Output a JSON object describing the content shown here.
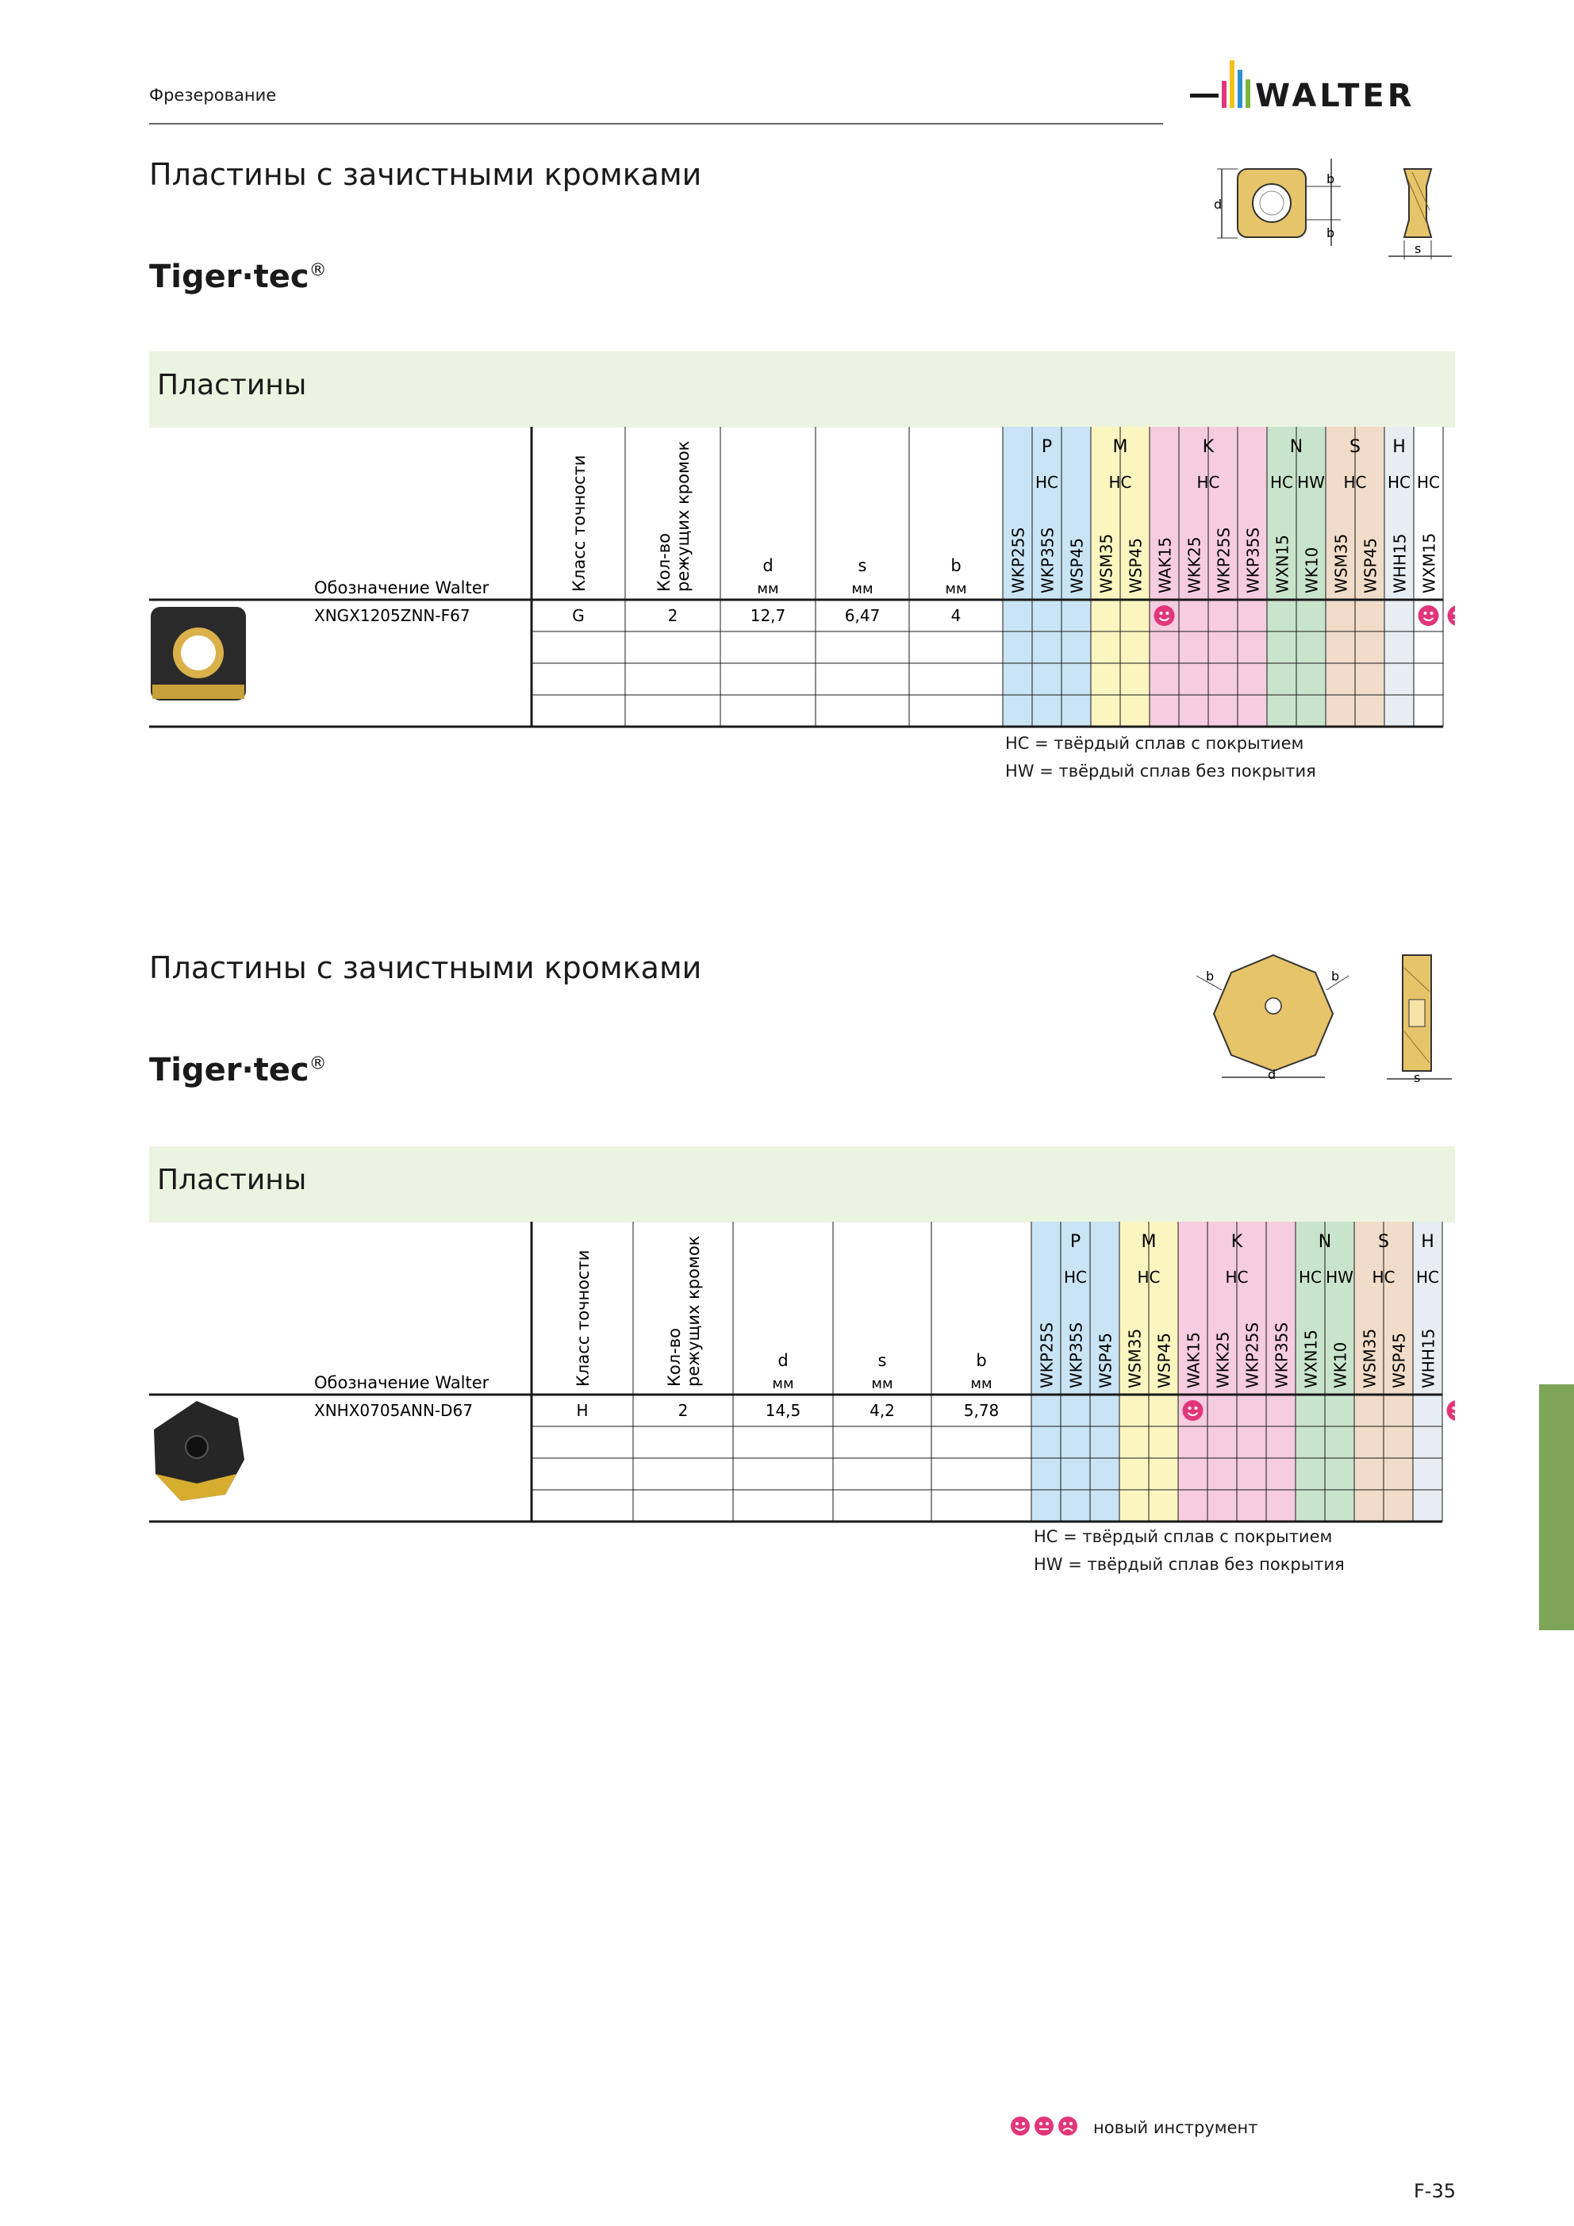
{
  "header": {
    "section": "Фрезерование",
    "brand": "WALTER"
  },
  "sections": [
    {
      "title": "Пластины с зачистными кромками",
      "subtitle": "Tiger·tec",
      "subtitle_mark": "®",
      "band_label": "Пластины",
      "diagram_labels": {
        "d": "d",
        "b1": "b",
        "b2": "b",
        "s": "s"
      },
      "headers": {
        "designation": "Обозначение Walter",
        "tolerance_class": "Класс точности",
        "edges_line1": "Кол-во",
        "edges_line2": "режущих кромок",
        "d": "d",
        "d_unit": "мм",
        "s": "s",
        "s_unit": "мм",
        "b": "b",
        "b_unit": "мм"
      },
      "groups": [
        {
          "letter": "P",
          "type": "HC",
          "color": "#c9e4f4",
          "grades": [
            "WKP25S",
            "WKP35S",
            "WSP45"
          ]
        },
        {
          "letter": "M",
          "type": "HC",
          "color": "#fbf6c0",
          "grades": [
            "WSM35",
            "WSP45"
          ]
        },
        {
          "letter": "K",
          "type": "HC",
          "color": "#f6cce0",
          "grades": [
            "WAK15",
            "WKK25",
            "WKP25S",
            "WKP35S"
          ]
        },
        {
          "letter": "N",
          "types": [
            "HC",
            "HW"
          ],
          "color": "#c9e4cc",
          "grades": [
            "WXN15",
            "WK10"
          ]
        },
        {
          "letter": "S",
          "type": "HC",
          "color": "#f0dcc8",
          "grades": [
            "WSM35",
            "WSP45"
          ]
        },
        {
          "letter": "H",
          "type": "HC",
          "color": "#e6eef4",
          "grades": [
            "WHH15"
          ]
        },
        {
          "letter": "",
          "type": "HC",
          "color": "#ffffff",
          "grades": [
            "WXM15"
          ]
        }
      ],
      "rows": [
        {
          "designation": "XNGX1205ZNN-F67",
          "tolerance": "G",
          "edges": "2",
          "d": "12,7",
          "s": "6,47",
          "b": "4",
          "marks": [
            {
              "grade_index": 5,
              "kind": "smile"
            },
            {
              "grade_index": 14,
              "kind": "smile"
            },
            {
              "grade_index": 15,
              "kind": "neutral"
            }
          ]
        }
      ],
      "empty_rows": 3,
      "legend": [
        "HC = твёрдый сплав с покрытием",
        "HW = твёрдый сплав без покрытия"
      ]
    },
    {
      "title": "Пластины с зачистными кромками",
      "subtitle": "Tiger·tec",
      "subtitle_mark": "®",
      "band_label": "Пластины",
      "diagram_labels": {
        "d": "d",
        "b1": "b",
        "b2": "b",
        "s": "s"
      },
      "headers": {
        "designation": "Обозначение Walter",
        "tolerance_class": "Класс точности",
        "edges_line1": "Кол-во",
        "edges_line2": "режущих кромок",
        "d": "d",
        "d_unit": "мм",
        "s": "s",
        "s_unit": "мм",
        "b": "b",
        "b_unit": "мм"
      },
      "groups": [
        {
          "letter": "P",
          "type": "HC",
          "color": "#c9e4f4",
          "grades": [
            "WKP25S",
            "WKP35S",
            "WSP45"
          ]
        },
        {
          "letter": "M",
          "type": "HC",
          "color": "#fbf6c0",
          "grades": [
            "WSM35",
            "WSP45"
          ]
        },
        {
          "letter": "K",
          "type": "HC",
          "color": "#f6cce0",
          "grades": [
            "WAK15",
            "WKK25",
            "WKP25S",
            "WKP35S"
          ]
        },
        {
          "letter": "N",
          "types": [
            "HC",
            "HW"
          ],
          "color": "#c9e4cc",
          "grades": [
            "WXN15",
            "WK10"
          ]
        },
        {
          "letter": "S",
          "type": "HC",
          "color": "#f0dcc8",
          "grades": [
            "WSM35",
            "WSP45"
          ]
        },
        {
          "letter": "H",
          "type": "HC",
          "color": "#e6eef4",
          "grades": [
            "WHH15"
          ]
        }
      ],
      "rows": [
        {
          "designation": "XNHX0705ANN-D67",
          "tolerance": "H",
          "edges": "2",
          "d": "14,5",
          "s": "4,2",
          "b": "5,78",
          "marks": [
            {
              "grade_index": 5,
              "kind": "smile"
            },
            {
              "grade_index": 14,
              "kind": "smile"
            }
          ]
        }
      ],
      "empty_rows": 3,
      "legend": [
        "HC = твёрдый сплав с покрытием",
        "HW = твёрдый сплав без покрытия"
      ]
    }
  ],
  "footer": {
    "legend_text": "новый инструмент",
    "page_number": "F-35"
  },
  "colors": {
    "mark": "#e2367a",
    "band": "#ebf4e0",
    "side_tab": "#7da557",
    "insert_gold": "#e6c46a"
  },
  "icons": [
    "walter-logo",
    "insert-square-diagram",
    "insert-hex-diagram",
    "insert-photo",
    "new-tool-smile-icon",
    "new-tool-neutral-icon",
    "new-tool-sad-icon"
  ]
}
